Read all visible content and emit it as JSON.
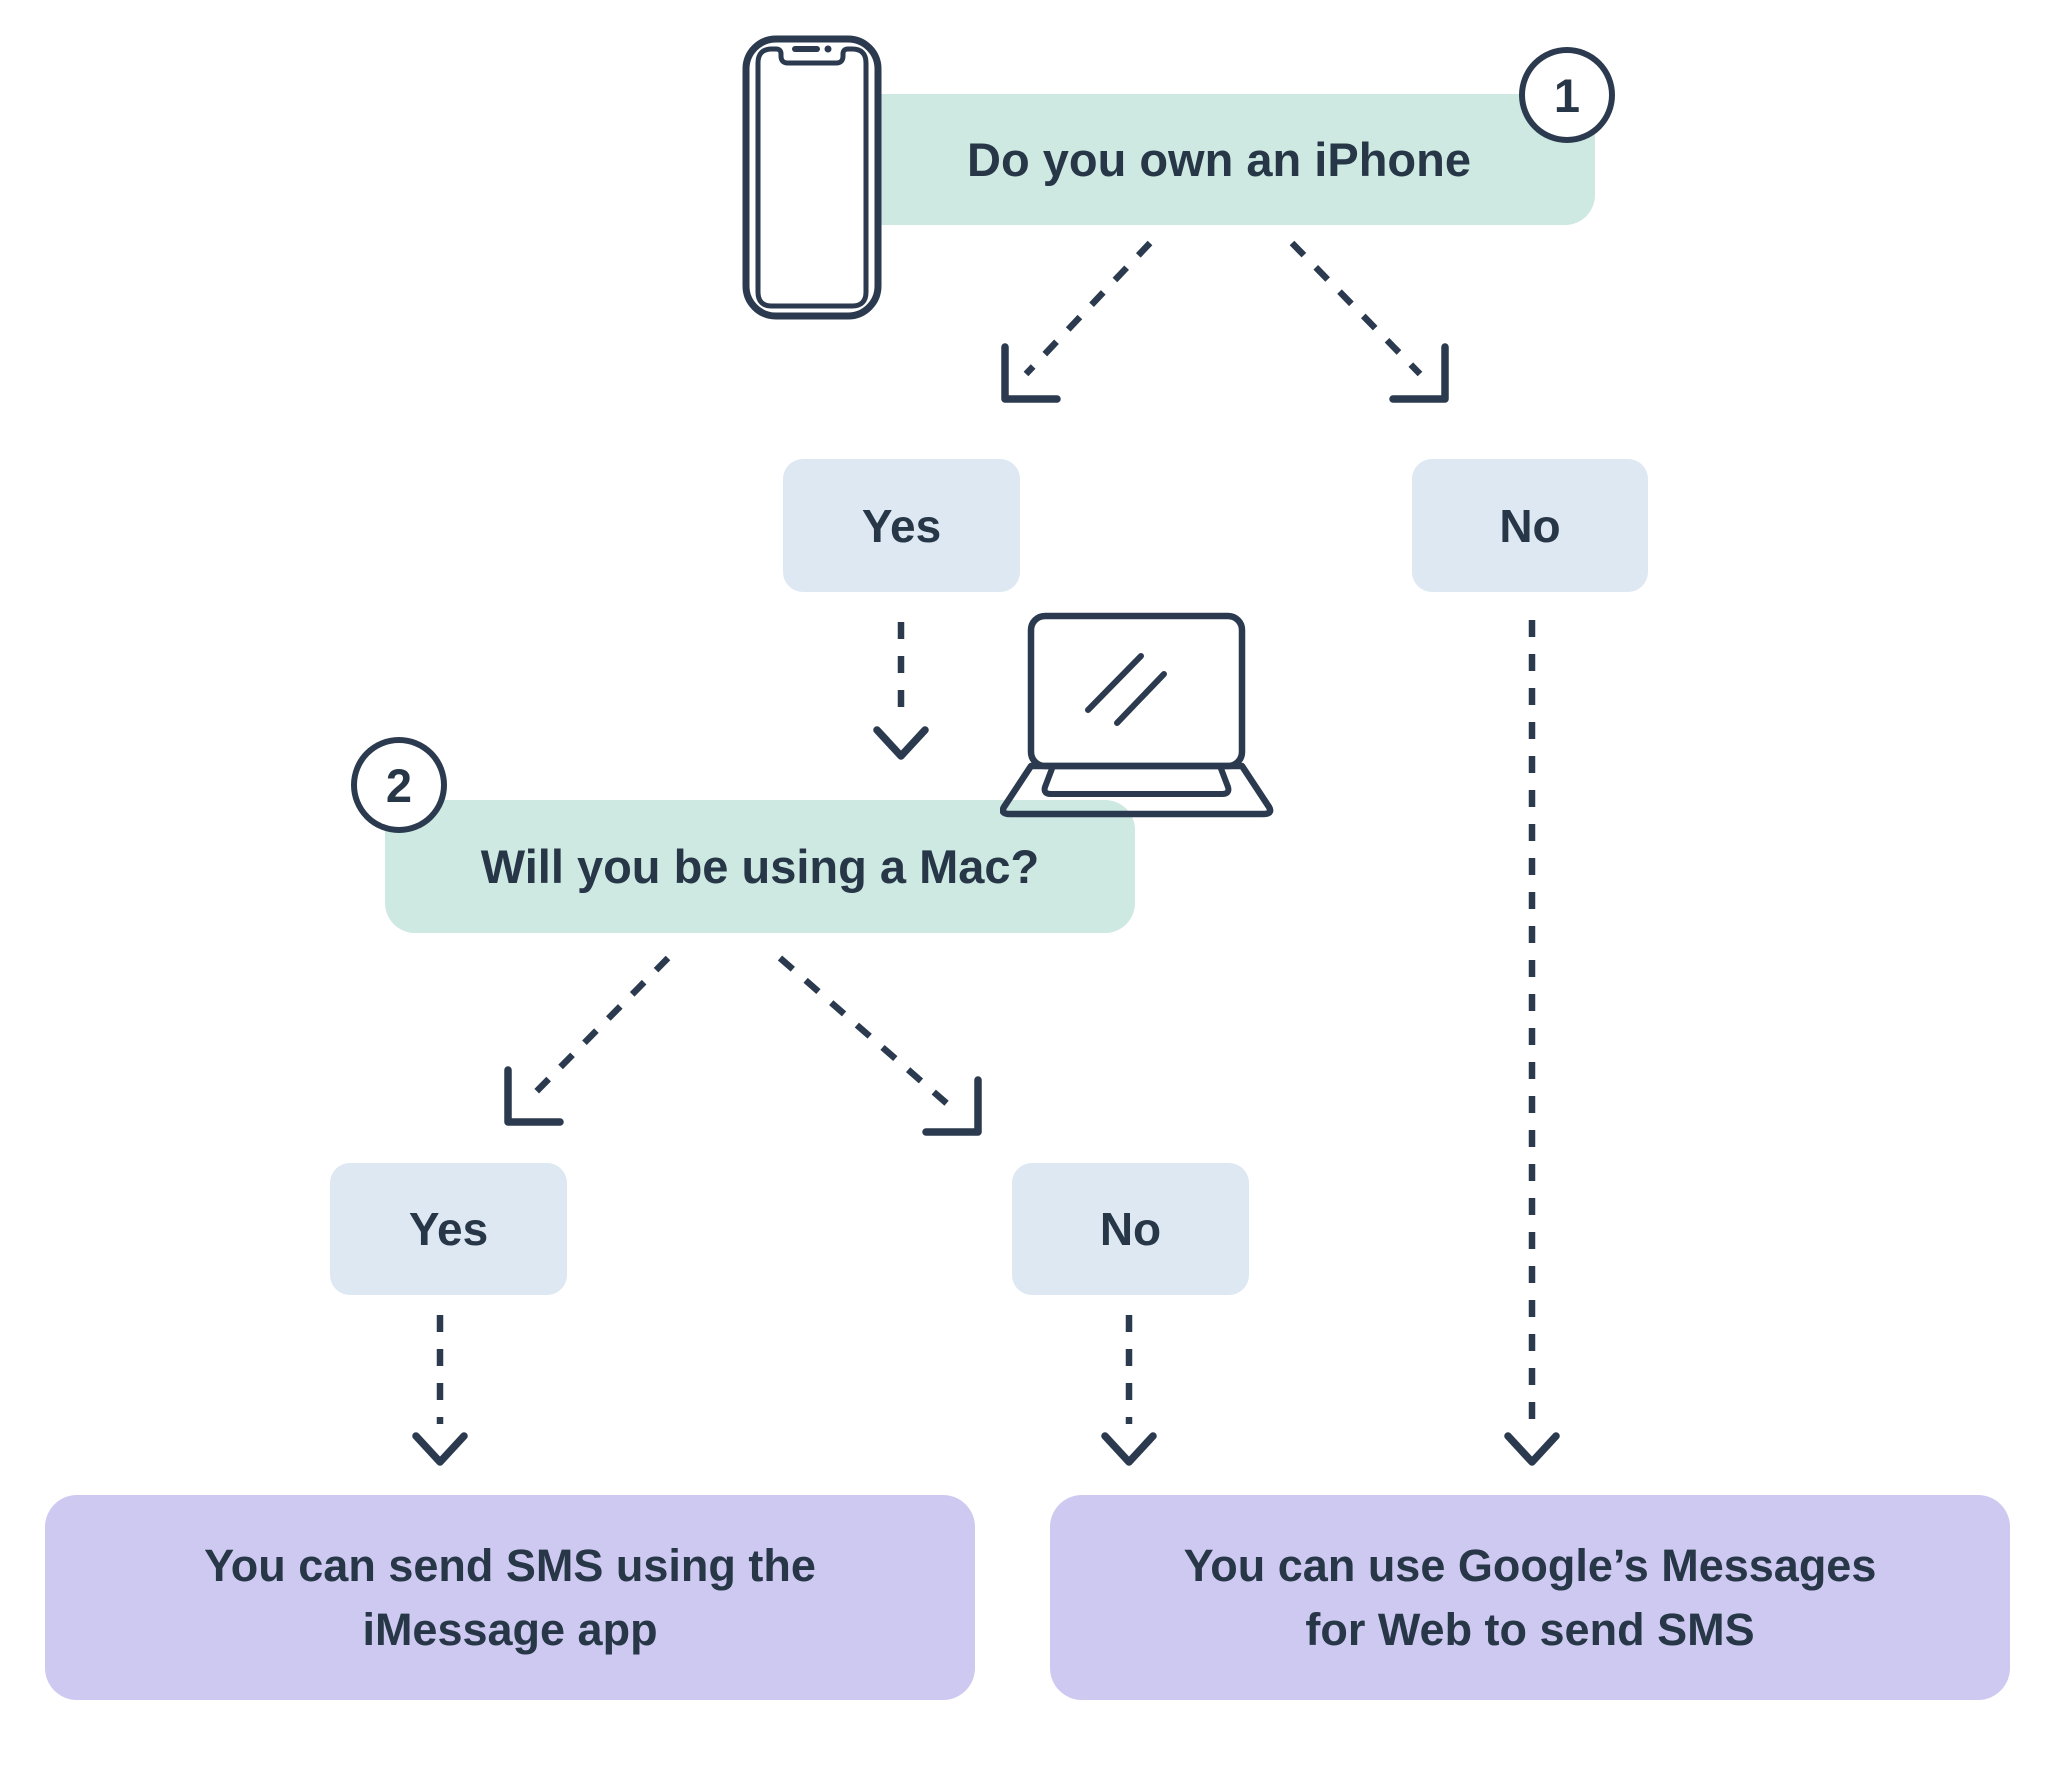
{
  "colors": {
    "navy": "#2b3a4e",
    "ink": "#273747",
    "green": "#cde9e1",
    "blue": "#dde8f2",
    "purple": "#cec9f1",
    "white": "#ffffff"
  },
  "flow": {
    "step1": {
      "number": "1",
      "question": "Do you own an iPhone",
      "yes": "Yes",
      "no": "No",
      "icon": "iphone-icon"
    },
    "step2": {
      "number": "2",
      "question": "Will you be using a Mac?",
      "yes": "Yes",
      "no": "No",
      "icon": "laptop-icon"
    },
    "outcomes": {
      "imessage": {
        "lines": [
          "You can send SMS using the",
          "iMessage app"
        ]
      },
      "google_messages": {
        "lines": [
          "You can use Google’s Messages",
          "for Web to send SMS"
        ]
      }
    }
  }
}
